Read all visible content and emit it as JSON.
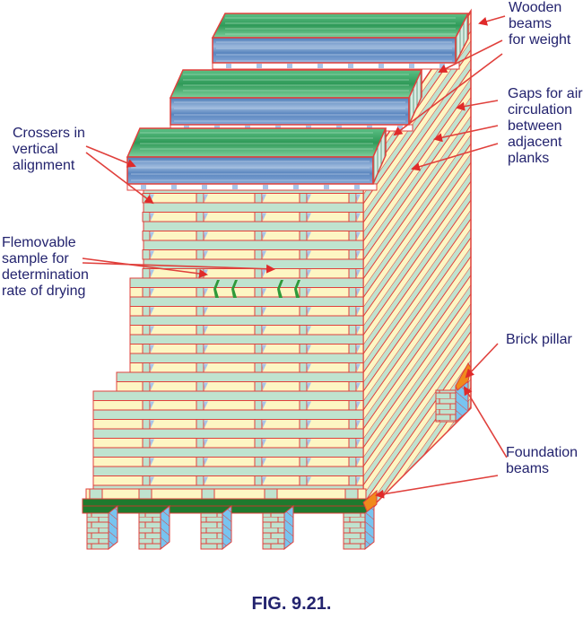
{
  "figure": {
    "title": "Timber seasoning stack",
    "caption": "FIG. 9.21.",
    "labels": {
      "wooden_beams": "Wooden\nbeams\nfor weight",
      "gaps": "Gaps for air\ncirculation\nbetween\nadjacent\nplanks",
      "crossers": "Crossers in\nvertical\nalignment",
      "removable_sample": "Flemovable\nsample for\ndetermination\nrate of drying",
      "brick_pillar": "Brick pillar",
      "foundation_beams": "Foundation\nbeams"
    },
    "colors": {
      "outline": "#e0403c",
      "arrow": "#e02a2a",
      "plank_light": "#fdf6c3",
      "plank_green": "#bfe3cf",
      "crosser": "#a9c4e8",
      "beam_top": "#3fa86a",
      "beam_front": "#5a86bf",
      "foundation": "#1f7a2e",
      "pillar_side": "#78c4f0",
      "pillar_cap": "#f08a1c",
      "sample": "#2e9a3a",
      "text": "#23236e"
    }
  }
}
